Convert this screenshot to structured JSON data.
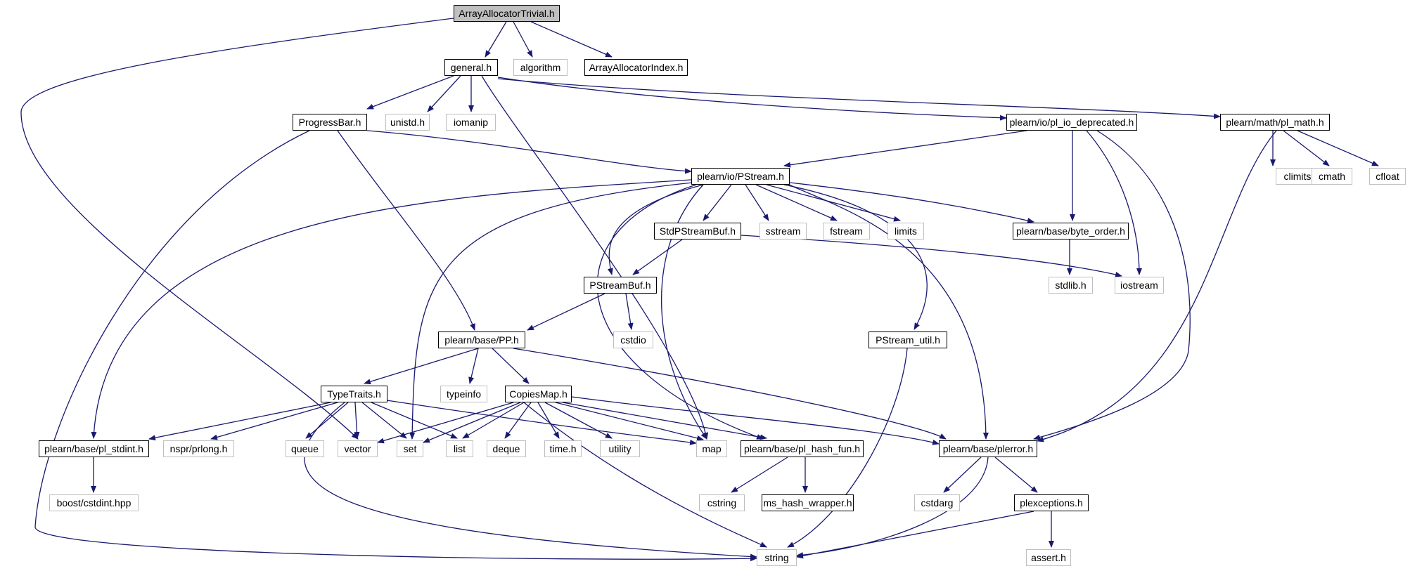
{
  "diagram": {
    "edge_color": "#191970",
    "root": "ArrayAllocatorTrivial.h",
    "nodes": {
      "root": "ArrayAllocatorTrivial.h",
      "general": "general.h",
      "algorithm": "algorithm",
      "arrayidx": "ArrayAllocatorIndex.h",
      "progress": "ProgressBar.h",
      "unistd": "unistd.h",
      "iomanip": "iomanip",
      "pliodep": "plearn/io/pl_io_deprecated.h",
      "plmath": "plearn/math/pl_math.h",
      "pstream": "plearn/io/PStream.h",
      "climits": "climits",
      "cmath": "cmath",
      "cfloat": "cfloat",
      "stdpsb": "StdPStreamBuf.h",
      "sstream": "sstream",
      "fstream": "fstream",
      "limits": "limits",
      "byteorder": "plearn/base/byte_order.h",
      "psbuf": "PStreamBuf.h",
      "stdlib": "stdlib.h",
      "iostream": "iostream",
      "cstdio": "cstdio",
      "pp": "plearn/base/PP.h",
      "psutil": "PStream_util.h",
      "typeinfo": "typeinfo",
      "typetraits": "TypeTraits.h",
      "copiesmap": "CopiesMap.h",
      "stdint": "plearn/base/pl_stdint.h",
      "prlong": "nspr/prlong.h",
      "queue": "queue",
      "vector": "vector",
      "set": "set",
      "list": "list",
      "deque": "deque",
      "timeh": "time.h",
      "utility": "utility",
      "map": "map",
      "hashfun": "plearn/base/pl_hash_fun.h",
      "plerror": "plearn/base/plerror.h",
      "boost": "boost/cstdint.hpp",
      "cstring": "cstring",
      "mshash": "ms_hash_wrapper.h",
      "cstdarg": "cstdarg",
      "plexc": "plexceptions.h",
      "string": "string",
      "assert": "assert.h"
    }
  }
}
